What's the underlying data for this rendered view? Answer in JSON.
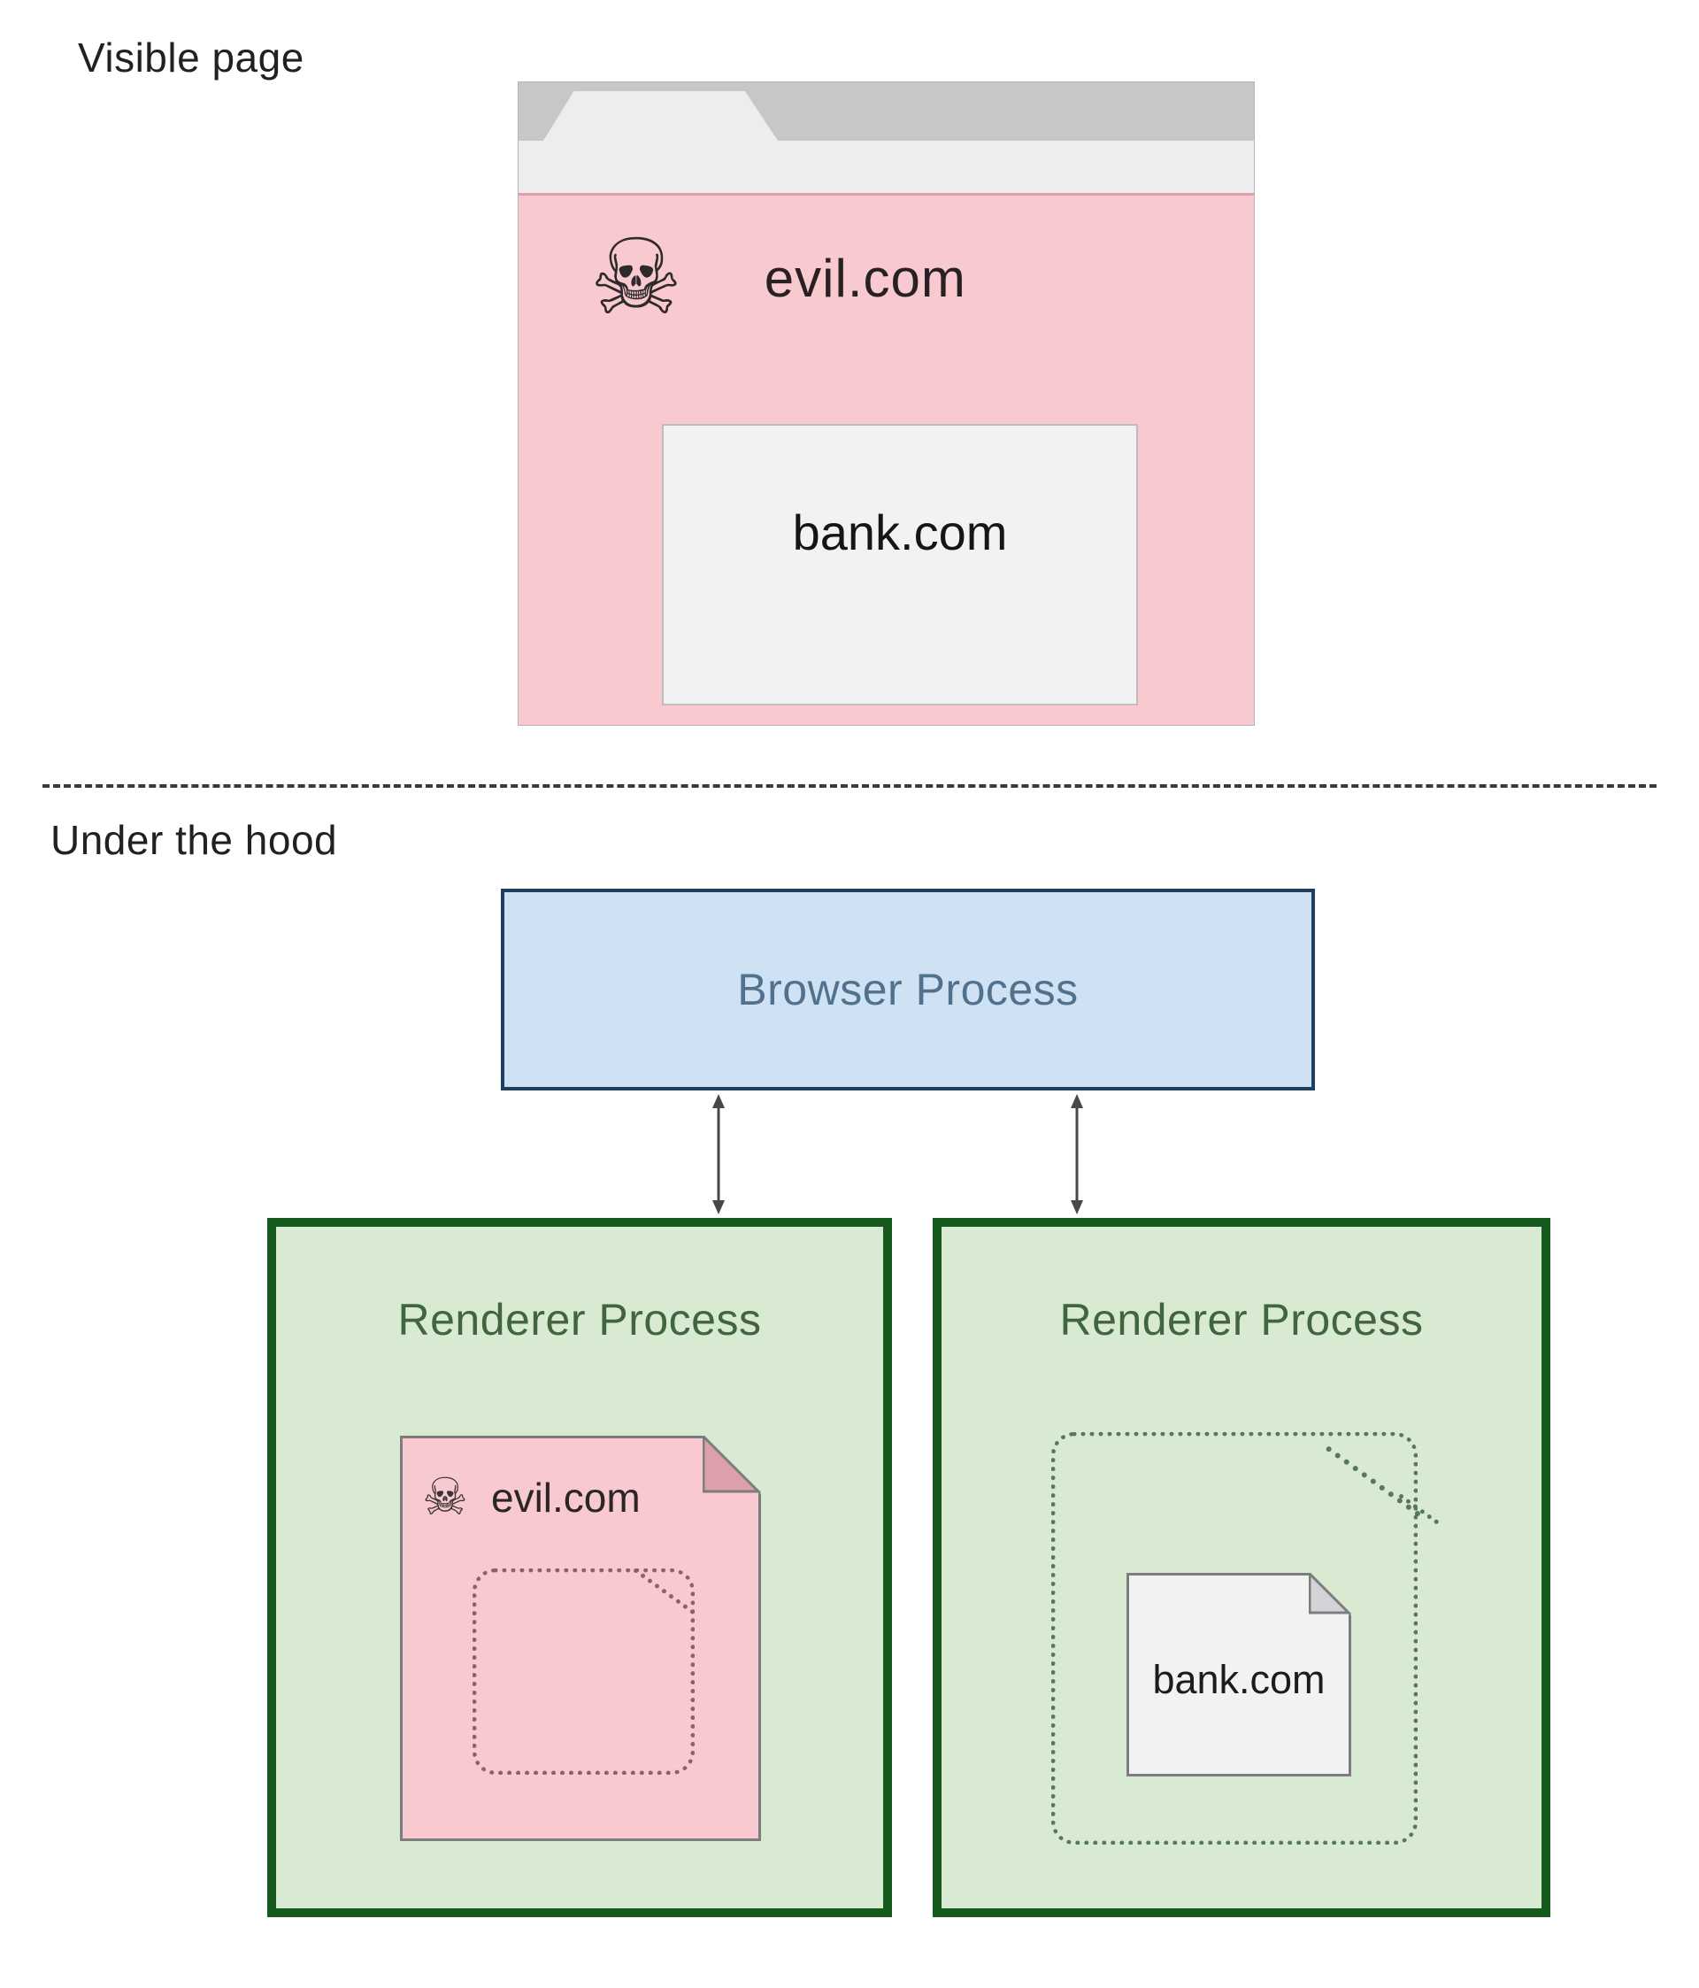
{
  "page": {
    "visible_label": "Visible page",
    "under_label": "Under the hood"
  },
  "browser_window": {
    "site": "evil.com",
    "iframe_site": "bank.com"
  },
  "processes": {
    "browser": "Browser Process",
    "renderers": [
      {
        "label": "Renderer Process",
        "page": "evil.com"
      },
      {
        "label": "Renderer Process",
        "page": "bank.com"
      }
    ]
  },
  "icons": {
    "skull": "☠"
  },
  "colors": {
    "pink": "#f8c9cf",
    "tabstrip": "#c7c7c7",
    "toolbar": "#ededef",
    "toolbar-line": "#dba2ac",
    "iframe-bg": "#f2f2f3",
    "iframe-border": "#bdbdbd",
    "blue": "#cfe2f3",
    "blue-border": "#1f3f5f",
    "blue-text": "#51718c",
    "green": "#d9ead3",
    "green-border": "#175a1e",
    "green-text": "#40653f",
    "dot-green": "#567a57",
    "dot-pink": "#8d6168",
    "fold-pink": "#dc9fab",
    "fold-gray": "#d4d4d8",
    "doc-border": "#7d7d7d",
    "arrow": "#484848"
  }
}
